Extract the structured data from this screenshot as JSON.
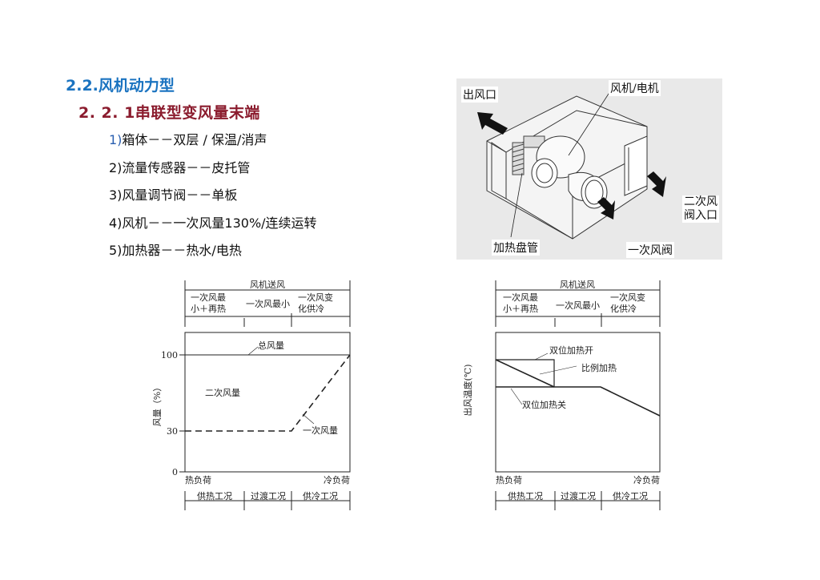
{
  "heading": {
    "section": "2.2.风机动力型",
    "subsection": "2. 2. 1串联型变风量末端"
  },
  "features": [
    {
      "num": "1)",
      "text": "箱体－－双层 / 保温/消声"
    },
    {
      "num": "2)",
      "text": "流量传感器－－皮托管"
    },
    {
      "num": "3)",
      "text": "风量调节阀－－单板"
    },
    {
      "num": "4)",
      "text": "风机－－一次风量130%/连续运转"
    },
    {
      "num": "5)",
      "text": "加热器－－热水/电热"
    }
  ],
  "illustration": {
    "labels": {
      "outlet": "出风口",
      "fan_motor": "风机/电机",
      "secondary_inlet_1": "二次风",
      "secondary_inlet_2": "阀入口",
      "heating_coil": "加热盘管",
      "primary_damper": "一次风阀"
    }
  },
  "chart_data": [
    {
      "type": "line",
      "title": "风机送风",
      "header_cells": [
        "一次风最小＋再热",
        "一次风最小",
        "一次风变化供冷"
      ],
      "footer_cells": [
        "供热工况",
        "过渡工况",
        "供冷工况"
      ],
      "xlabel_left": "热负荷",
      "xlabel_right": "冷负荷",
      "ylabel": "风量（%）",
      "yticks": [
        0,
        30,
        100
      ],
      "ylim": [
        0,
        115
      ],
      "x": [
        0,
        0.64,
        1.0
      ],
      "series": [
        {
          "name": "总风量",
          "style": "solid",
          "x": [
            0,
            1.0
          ],
          "values": [
            100,
            100
          ]
        },
        {
          "name": "一次风量",
          "style": "dashed",
          "x": [
            0,
            0.64,
            1.0
          ],
          "values": [
            30,
            30,
            100
          ]
        }
      ],
      "annotations": [
        "总风量",
        "二次风量",
        "一次风量"
      ]
    },
    {
      "type": "line",
      "title": "风机送风",
      "header_cells": [
        "一次风最小＋再热",
        "一次风最小",
        "一次风变化供冷"
      ],
      "footer_cells": [
        "供热工况",
        "过渡工况",
        "供冷工况"
      ],
      "xlabel_left": "热负荷",
      "xlabel_right": "冷负荷",
      "ylabel": "出风温度(℃)",
      "series": [
        {
          "name": "双位加热开",
          "style": "solid",
          "x": [
            0,
            0.36,
            0.36
          ],
          "values": [
            0.8,
            0.8,
            0.6
          ]
        },
        {
          "name": "比例加热",
          "style": "solid",
          "x": [
            0,
            0.36
          ],
          "values": [
            0.8,
            0.6
          ]
        },
        {
          "name": "双位加热关 / 出风温度",
          "style": "solid",
          "x": [
            0,
            0.64,
            1.0
          ],
          "values": [
            0.6,
            0.6,
            0.4
          ]
        }
      ],
      "annotations": [
        "双位加热开",
        "比例加热",
        "双位加热关"
      ]
    }
  ]
}
